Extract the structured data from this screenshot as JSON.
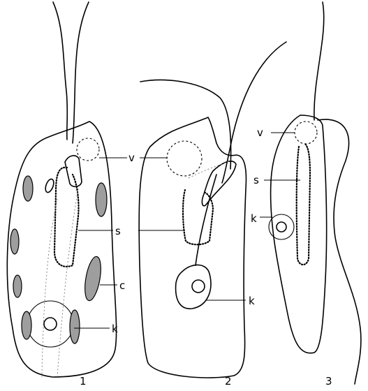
{
  "colors": {
    "ink": "#000000",
    "grain_fill": "#9e9e9e",
    "background": "#ffffff"
  },
  "cell1": {
    "v": "v",
    "s": "s",
    "c": "c",
    "k": "k",
    "number": "1"
  },
  "cell2": {
    "k": "k",
    "number": "2"
  },
  "cell3": {
    "v": "v",
    "s": "s",
    "k": "k",
    "number": "3"
  }
}
